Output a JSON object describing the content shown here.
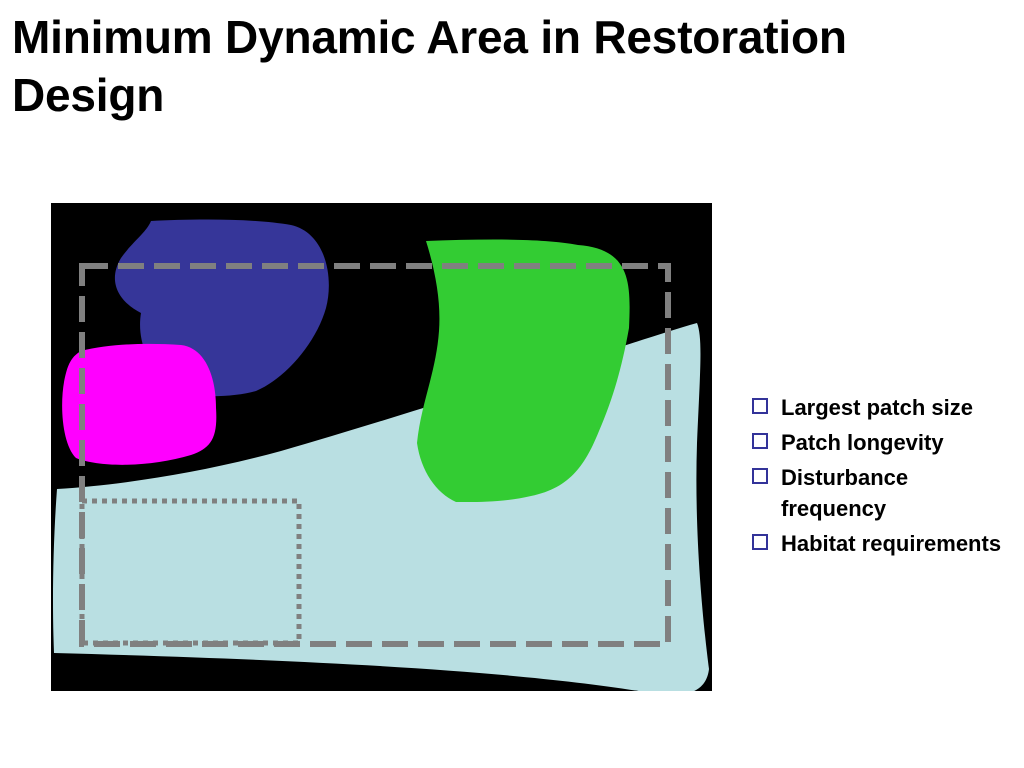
{
  "slide": {
    "title": "Minimum Dynamic Area in Restoration Design"
  },
  "diagram": {
    "colors": {
      "background": "#000000",
      "habitat": "#b9dfe2",
      "blue_patch": "#363699",
      "magenta_patch": "#ff00ff",
      "green_patch": "#33cc33",
      "boundary": "#808080"
    }
  },
  "bullets": {
    "marker_color": "#333399",
    "items": [
      "Largest patch size",
      "Patch longevity",
      "Disturbance frequency",
      "Habitat requirements"
    ]
  }
}
